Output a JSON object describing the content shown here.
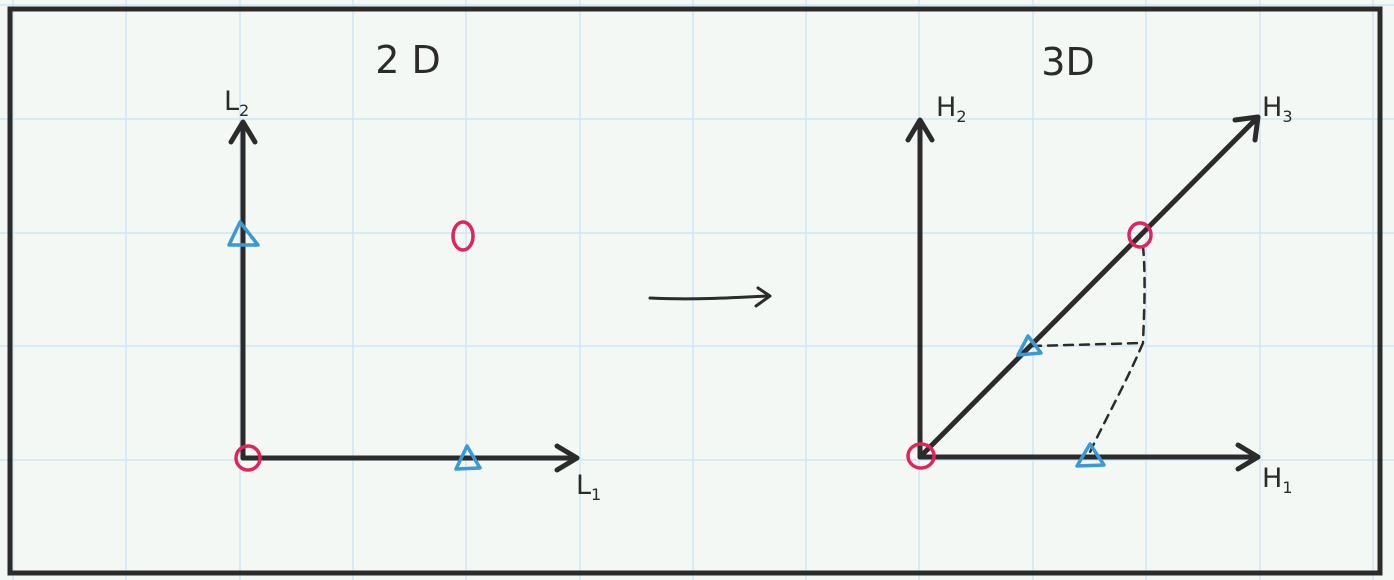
{
  "left_panel": {
    "title": "2 D",
    "x_axis": {
      "letter": "L",
      "subscript": "1"
    },
    "y_axis": {
      "letter": "L",
      "subscript": "2"
    }
  },
  "right_panel": {
    "title": "3D",
    "axis_1": {
      "letter": "H",
      "subscript": "1"
    },
    "axis_2": {
      "letter": "H",
      "subscript": "2"
    },
    "axis_3": {
      "letter": "H",
      "subscript": "3"
    }
  },
  "colors": {
    "circle_marker": "#e0245e",
    "triangle_marker": "#3b9ad6",
    "ink": "#2b2b2b",
    "grid": "#cfe6f5",
    "background": "#f3f8f4"
  },
  "markers": {
    "circle": "circle-marker",
    "triangle": "triangle-marker"
  }
}
